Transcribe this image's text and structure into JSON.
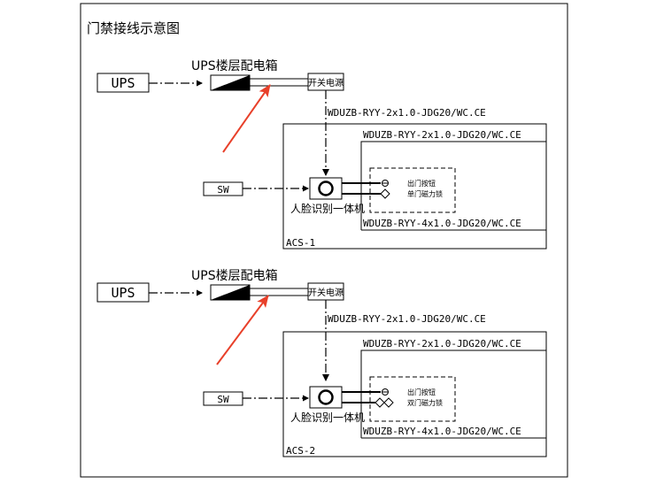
{
  "title": "门禁接线示意图",
  "blocks": [
    {
      "ups": "UPS",
      "distribution_box": "UPS楼层配电箱",
      "switch_power": "开关电源",
      "cable_main": "WDUZB-RYY-2x1.0-JDG20/WC.CE",
      "cable_inner": "WDUZB-RYY-2x1.0-JDG20/WC.CE",
      "cable_lock": "WDUZB-RYY-4x1.0-JDG20/WC.CE",
      "sw": "SW",
      "exit_button": "出门按钮",
      "lock": "单门磁力锁",
      "face_unit": "人脸识别一体机",
      "acs": "ACS-1"
    },
    {
      "ups": "UPS",
      "distribution_box": "UPS楼层配电箱",
      "switch_power": "开关电源",
      "cable_main": "WDUZB-RYY-2x1.0-JDG20/WC.CE",
      "cable_inner": "WDUZB-RYY-2x1.0-JDG20/WC.CE",
      "cable_lock": "WDUZB-RYY-4x1.0-JDG20/WC.CE",
      "sw": "SW",
      "exit_button": "出门按钮",
      "lock": "双门磁力锁",
      "face_unit": "人脸识别一体机",
      "acs": "ACS-2"
    }
  ],
  "colors": {
    "arrow": "#e8402a",
    "line": "#000000"
  }
}
